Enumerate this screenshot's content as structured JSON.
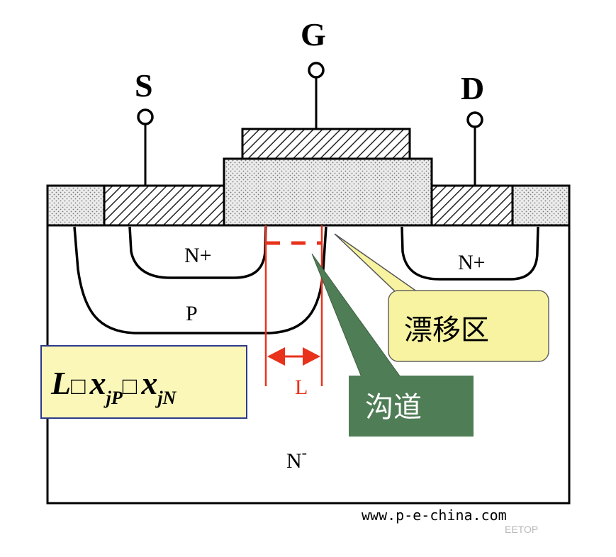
{
  "terminals": {
    "source": "S",
    "gate": "G",
    "drain": "D"
  },
  "regions": {
    "n_plus_left": "N+",
    "n_plus_right": "N+",
    "p_body": "P",
    "n_minus_base": "N",
    "n_minus_sup": "-"
  },
  "channel_length_label": "L",
  "callouts": {
    "drift_region": "漂移区",
    "channel": "沟道"
  },
  "formula": {
    "l": "L",
    "box1": "□",
    "x1": "x",
    "sub1": "jP",
    "box2": "□",
    "x2": "x",
    "sub2": "jN"
  },
  "watermark": {
    "site": "www.p-e-china.com",
    "brand": "EETOP"
  },
  "colors": {
    "dimension_red": "#e8321c",
    "drift_callout_fill": "#f7f3a0",
    "channel_callout_fill": "#4f7d55",
    "formula_box_fill": "#fbf7b8",
    "formula_box_border": "#2c3a8c"
  }
}
